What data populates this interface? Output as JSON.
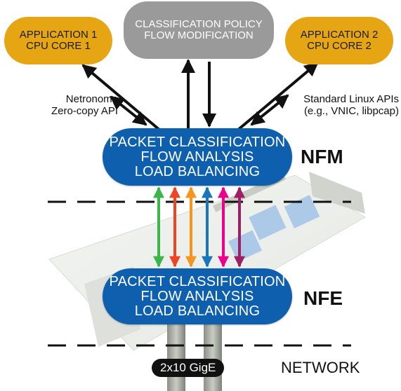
{
  "nodes": {
    "app1": {
      "line1": "APPLICATION 1",
      "line2": "CPU CORE 1"
    },
    "policy": {
      "line1": "CLASSIFICATION POLICY",
      "line2": "FLOW MODIFICATION"
    },
    "app2": {
      "line1": "APPLICATION 2",
      "line2": "CPU CORE 2"
    },
    "nfm_box": {
      "line1": "PACKET CLASSIFICATION",
      "line2": "FLOW ANALYSIS",
      "line3": "LOAD BALANCING"
    },
    "nfe_box": {
      "line1": "PACKET CLASSIFICATION",
      "line2": "FLOW ANALYSIS",
      "line3": "LOAD BALANCING"
    }
  },
  "labels": {
    "netronome_api": {
      "line1": "Netronome",
      "line2": "Zero-copy API"
    },
    "linux_api": {
      "line1": "Standard Linux APIs",
      "line2": "(e.g., VNIC, libpcap)"
    },
    "nfm": "NFM",
    "nfe": "NFE",
    "network": "NETWORK",
    "link": "2x10 GigE"
  },
  "colors": {
    "blue": "#0e5fae",
    "yellow": "#e6a512",
    "gray": "#9a9a9a",
    "flow_arrows": [
      "#3cb54a",
      "#ee4423",
      "#f7941d",
      "#1b75bb",
      "#ec008c",
      "#9e1f63"
    ]
  }
}
